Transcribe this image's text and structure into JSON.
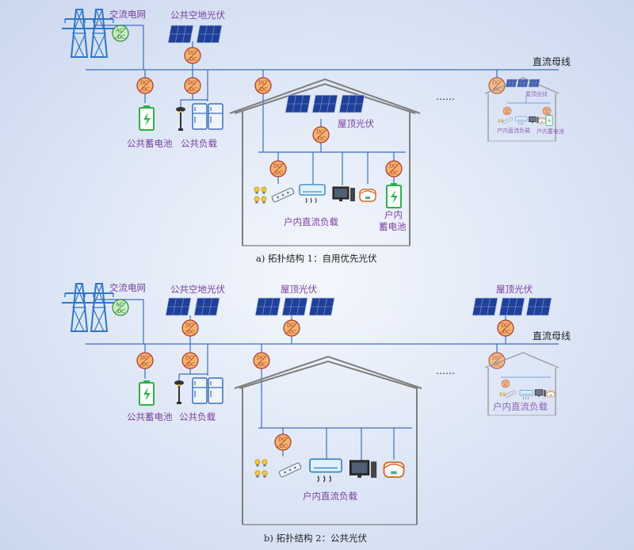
{
  "colors": {
    "line": "#3a6fc4",
    "pv": "#1f3f99",
    "converter_fill": "#f2b46c",
    "converter_stroke": "#b0332c",
    "battery": "#2fb04a",
    "label": "#7a3fa0",
    "house": "#7d7d7d"
  },
  "top": {
    "grid_label": "交流电网",
    "ac_converter_label_top": "AC",
    "ac_converter_label_bottom": "DC",
    "public_pv_label": "公共空地光伏",
    "dc_bus_label": "直流母线",
    "public_battery_label": "公共蓄电池",
    "public_load_label": "公共负载",
    "rooftop_pv_label": "屋顶光伏",
    "indoor_load_label": "户内直流负载",
    "household_battery_label_line1": "户内",
    "household_battery_label_line2": "蓄电池",
    "ellipsis": "……",
    "mini_rooftop_label": "屋顶光伏",
    "mini_indoor_label": "户内直流负载",
    "mini_battery_label": "户内蓄电池",
    "caption": "a) 拓扑结构 1：自用优先光伏"
  },
  "bottom": {
    "grid_label": "交流电网",
    "ac_converter_label_top": "AC",
    "ac_converter_label_bottom": "DC",
    "public_pv_label": "公共空地光伏",
    "rooftop_pv_label_1": "屋顶光伏",
    "rooftop_pv_label_2": "屋顶光伏",
    "dc_bus_label": "直流母线",
    "public_battery_label": "公共蓄电池",
    "public_load_label": "公共负载",
    "indoor_load_label": "户内直流负载",
    "ellipsis": "……",
    "mini_indoor_label": "户内直流负载",
    "caption": "b) 拓扑结构 2：公共光伏"
  },
  "dcdc": {
    "top": "DC",
    "bottom": "DC"
  }
}
